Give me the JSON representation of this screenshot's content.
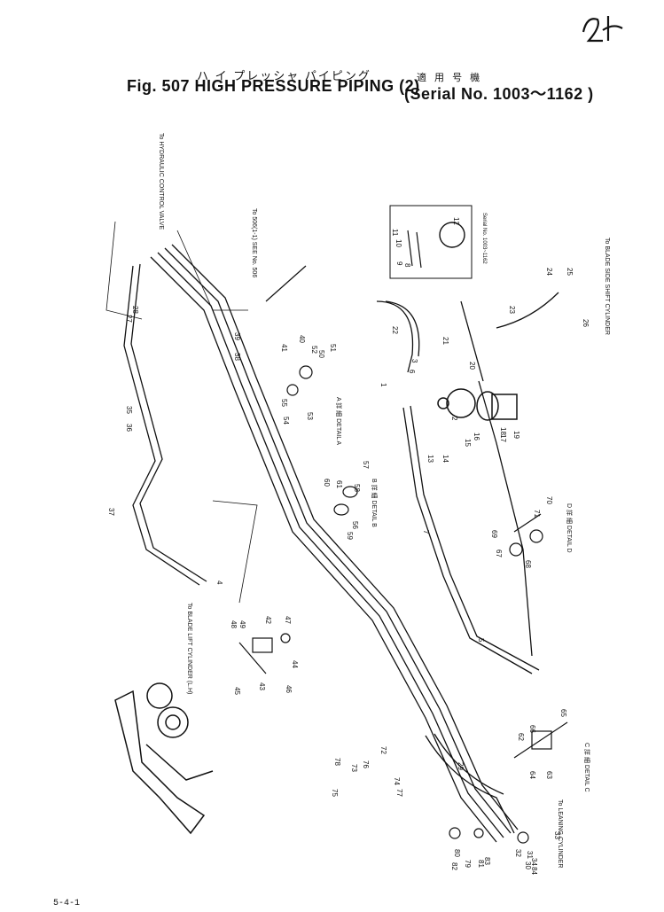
{
  "header": {
    "kana": "ハ イ プレッシャ パイピング",
    "kanji": "適 用 号 機",
    "title": "Fig. 507 HIGH PRESSURE PIPING (2)",
    "serial": "(Serial No. 1003～1162 )"
  },
  "handwritten_mark": "24",
  "page_number": "5-4-1",
  "callouts": [
    {
      "id": "to-hyd-control-valve",
      "text": "To HYDRAULIC CONTROL VALVE"
    },
    {
      "id": "blade-side-shift-cyl",
      "text": "To BLADE SIDE SHIFT CYLINDER"
    },
    {
      "id": "blade-lift-cyl",
      "text": "To BLADE LIFT CYLINDER (L.H)"
    },
    {
      "id": "leaning-cyl",
      "text": "To LEANING CYLINDER"
    },
    {
      "id": "see-no-505",
      "text": "To 506(1-1) SEE No. 506"
    },
    {
      "id": "serial-inset",
      "text": "Serial No. 1003~1162"
    },
    {
      "id": "detail-a",
      "text": "A 詳 細 DETAIL A"
    },
    {
      "id": "detail-b",
      "text": "B 詳 細 DETAIL B"
    },
    {
      "id": "detail-c",
      "text": "C 詳 細 DETAIL C"
    },
    {
      "id": "detail-d",
      "text": "D 詳 細 DETAIL D"
    }
  ],
  "part_numbers": [
    "1",
    "2",
    "3",
    "4",
    "5",
    "6",
    "7",
    "8",
    "9",
    "10",
    "11",
    "12",
    "13",
    "14",
    "15",
    "16",
    "17",
    "18",
    "19",
    "20",
    "21",
    "22",
    "23",
    "24",
    "25",
    "26",
    "27",
    "28",
    "29",
    "30",
    "31",
    "32",
    "33",
    "34",
    "35",
    "36",
    "37",
    "38",
    "39",
    "40",
    "41",
    "42",
    "43",
    "44",
    "45",
    "46",
    "47",
    "48",
    "49",
    "50",
    "51",
    "52",
    "53",
    "54",
    "55",
    "56",
    "57",
    "58",
    "59",
    "60",
    "61",
    "62",
    "63",
    "64",
    "65",
    "66",
    "67",
    "68",
    "69",
    "70",
    "71",
    "72",
    "73",
    "74",
    "75",
    "76",
    "77",
    "78",
    "79",
    "80",
    "81",
    "82",
    "83",
    "84"
  ],
  "colors": {
    "ink": "#111111",
    "paper": "#ffffff"
  }
}
